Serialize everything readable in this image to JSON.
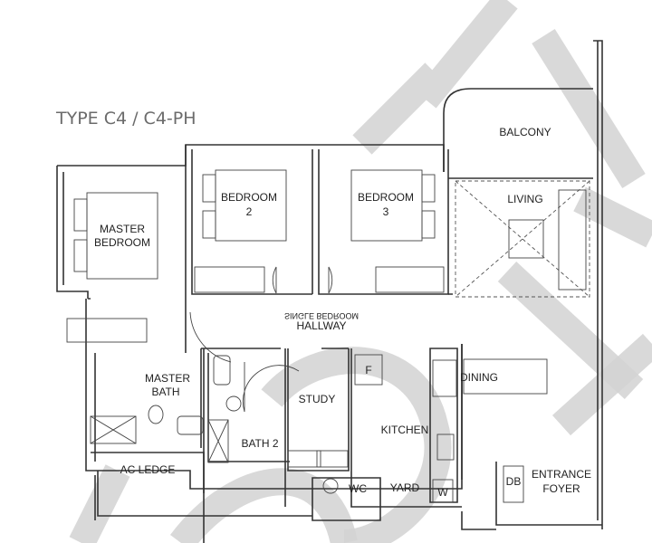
{
  "title": "TYPE C4 / C4-PH",
  "rooms": {
    "balcony": "BALCONY",
    "master_bedroom": [
      "MASTER",
      "BEDROOM"
    ],
    "bedroom2": [
      "BEDROOM",
      "2"
    ],
    "bedroom3": [
      "BEDROOM",
      "3"
    ],
    "living": "LIVING",
    "hallway": "HALLWAY",
    "mirrored_text": "SINGLE BEDROOM",
    "master_bath": [
      "MASTER",
      "BATH"
    ],
    "study": "STUDY",
    "bath2": "BATH 2",
    "kitchen": "KITCHEN",
    "dining": "DINING",
    "fridge": "F",
    "ac_ledge": "AC LEDGE",
    "wc": "WC",
    "yard": "YARD",
    "washer": "W",
    "db": "DB",
    "entrance_foyer": [
      "ENTRANCE",
      "FOYER"
    ]
  },
  "watermark_color": "#d2d2d2"
}
